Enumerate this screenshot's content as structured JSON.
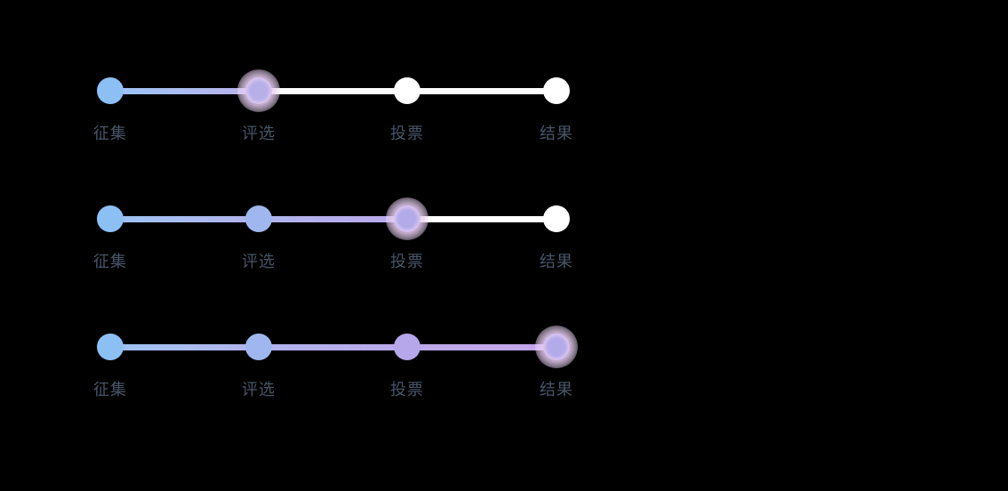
{
  "background_color": "#000000",
  "steps": [
    "征集",
    "评选",
    "投票",
    "结果"
  ],
  "colors": {
    "node_start": "#8cc0f5",
    "node_mid": "#9fb7ee",
    "node_late": "#aea8ea",
    "node_end": "#b6a6ea",
    "node_inactive": "#ffffff",
    "node_current_core": "#b7b0e8",
    "glow_halo": "#e8cef3",
    "connector_inactive": "#ffffff",
    "label_text": "#495568"
  },
  "steppers": [
    {
      "id": "stepper-row-1",
      "current_step_index": 1,
      "current_step_label": "评选",
      "completed_count": 1,
      "total_steps": 4,
      "labels": [
        "征集",
        "评选",
        "投票",
        "结果"
      ],
      "node_states": [
        "complete",
        "current",
        "upcoming",
        "upcoming"
      ],
      "connector_states": [
        "active",
        "inactive",
        "inactive"
      ]
    },
    {
      "id": "stepper-row-2",
      "current_step_index": 2,
      "current_step_label": "投票",
      "completed_count": 2,
      "total_steps": 4,
      "labels": [
        "征集",
        "评选",
        "投票",
        "结果"
      ],
      "node_states": [
        "complete",
        "complete",
        "current",
        "upcoming"
      ],
      "connector_states": [
        "active",
        "active",
        "inactive"
      ]
    },
    {
      "id": "stepper-row-3",
      "current_step_index": 3,
      "current_step_label": "结果",
      "completed_count": 3,
      "total_steps": 4,
      "labels": [
        "征集",
        "评选",
        "投票",
        "结果"
      ],
      "node_states": [
        "complete",
        "complete",
        "complete",
        "current"
      ],
      "connector_states": [
        "active",
        "active",
        "active"
      ]
    }
  ]
}
